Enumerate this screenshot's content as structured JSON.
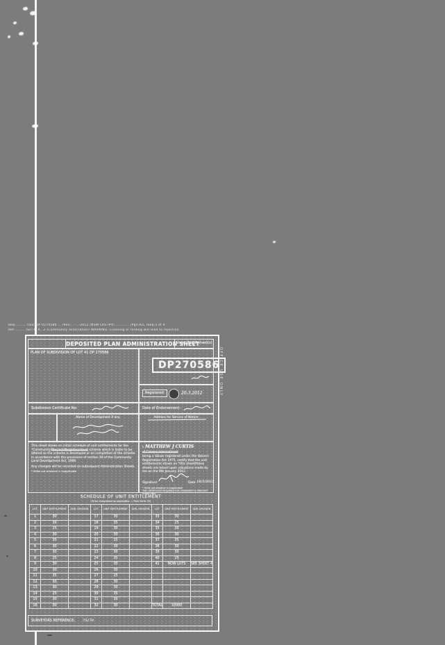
{
  "scan_header": {
    "line1": "Req:……… /Doc:DP 0270586 … /Rev:…-…-2012 /NSW LRS /Prt:……-…… /Pgs:ALL /Seq:3 of 4",
    "line2": "Ref:……… /Src:M   A…2 (Community association)        WARNING: Creasing or folding will lead to rejection"
  },
  "office_use_label": "OFFICE USE ONLY",
  "doc": {
    "title": "DEPOSITED PLAN ADMINISTRATION SHEET",
    "sheet_label": "Sheet 3 of 4 sheet(s)",
    "plan_of": "PLAN OF SUBDIVISION OF LOT 41 DP 270586",
    "dp_number": "DP270586",
    "registered": {
      "label": "Registered:",
      "date_value": "20.3.2012"
    },
    "subdivision_cert_label": "Subdivision Certificate No:",
    "endorsement_label": "Date of Endorsement:",
    "development_label": "Name of Development if any",
    "address_label": "Address for Service of Notice:",
    "statement": {
      "p1": "This sheet shows an initial schedule of unit entitlements for the *Community/",
      "struck": "Precinct/Neighbourhood",
      "p2": " scheme which is liable to be altered as the scheme is developed or on completion of the scheme in accordance with the provisions of section 30 of the Community Land Development Act, 1989.",
      "p3": "Any changes will be recorded on subsequent Administration Sheets.",
      "fine": "* Strike out whatever is inapplicable"
    },
    "valuer": {
      "intro_pre": "I, ",
      "name": "MATTHEW J CURTIS",
      "of_line": "of Colvers International",
      "body": "being a Valuer registered under the Valuers Registration Act 1975, certify that the unit entitlements shown on *this sheet/these sheets are based upon valuations made by me on the 9th January 2012.",
      "signature_label": "Signature",
      "date_label": "Date",
      "date_value": "16/3/2012",
      "fine": "* Strike out whatever is inapplicable",
      "fine2": "THIS CERTIFICATE REQUIRED FOR COMMUNITY & PRECINCT PLANS ONLY"
    },
    "schedule": {
      "title": "SCHEDULE OF UNIT ENTITLEMENT",
      "subtitle": "(To be completed as applicable — Plan Form 25)",
      "columns": [
        "LOT",
        "UNIT ENTITLEMENT",
        "SUB. DIVISION"
      ],
      "group_count": 3,
      "rows": [
        [
          "1",
          "30",
          "",
          "17",
          "30",
          "",
          "33",
          "30",
          ""
        ],
        [
          "2",
          "30",
          "",
          "18",
          "35",
          "",
          "34",
          "25",
          ""
        ],
        [
          "3",
          "25",
          "",
          "19",
          "30",
          "",
          "35",
          "30",
          ""
        ],
        [
          "4",
          "30",
          "",
          "20",
          "30",
          "",
          "36",
          "30",
          ""
        ],
        [
          "5",
          "35",
          "",
          "21",
          "25",
          "",
          "37",
          "35",
          ""
        ],
        [
          "6",
          "30",
          "",
          "22",
          "30",
          "",
          "38",
          "30",
          ""
        ],
        [
          "7",
          "30",
          "",
          "23",
          "30",
          "",
          "39",
          "30",
          ""
        ],
        [
          "8",
          "25",
          "",
          "24",
          "35",
          "",
          "40",
          "25",
          ""
        ],
        [
          "9",
          "30",
          "",
          "25",
          "30",
          "",
          "41",
          "NOW LOTS",
          "SEE SHEET 4"
        ],
        [
          "10",
          "30",
          "",
          "26",
          "30",
          "",
          "",
          "",
          ""
        ],
        [
          "11",
          "35",
          "",
          "27",
          "25",
          "",
          "",
          "",
          ""
        ],
        [
          "12",
          "30",
          "",
          "28",
          "30",
          "",
          "",
          "",
          ""
        ],
        [
          "13",
          "30",
          "",
          "29",
          "30",
          "",
          "",
          "",
          ""
        ],
        [
          "14",
          "25",
          "",
          "30",
          "35",
          "",
          "",
          "",
          ""
        ],
        [
          "15",
          "30",
          "",
          "31",
          "30",
          "",
          "",
          "",
          ""
        ],
        [
          "16",
          "30",
          "",
          "32",
          "30",
          "",
          "TOTAL",
          "10000",
          ""
        ]
      ]
    },
    "footer": {
      "label": "SURVEYORS REFERENCE:",
      "value": "75179"
    }
  },
  "colors": {
    "paper_gray": "#7c7c7c",
    "ink_white": "#f2f2f2",
    "seal_dark": "#3f3f3f"
  }
}
